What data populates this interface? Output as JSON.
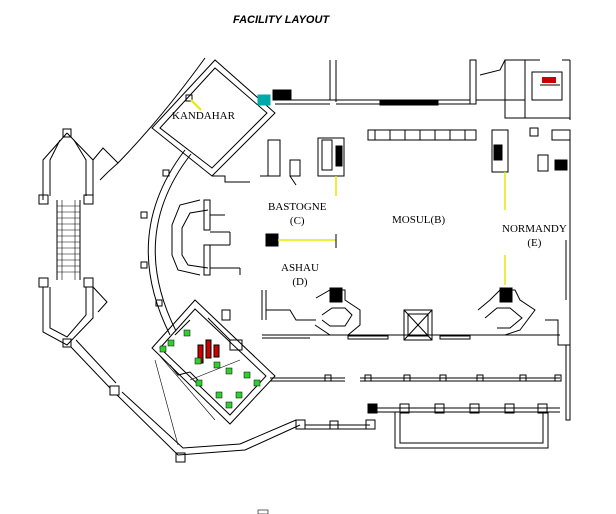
{
  "title": "FACILITY LAYOUT",
  "rooms": {
    "kandahar": {
      "name": "KANDAHAR"
    },
    "bastogne": {
      "name": "BASTOGNE",
      "code": "(C)"
    },
    "mosul": {
      "name": "MOSUL(B)"
    },
    "normandy": {
      "name": "NORMANDY",
      "code": "(E)"
    },
    "ashau": {
      "name": "ASHAU",
      "code": "(D)"
    }
  },
  "colors": {
    "line": "#000000",
    "partition": "#e8e800",
    "equipment": "#33cc33",
    "fixture": "#cc0000",
    "accent": "#00aaaa"
  }
}
